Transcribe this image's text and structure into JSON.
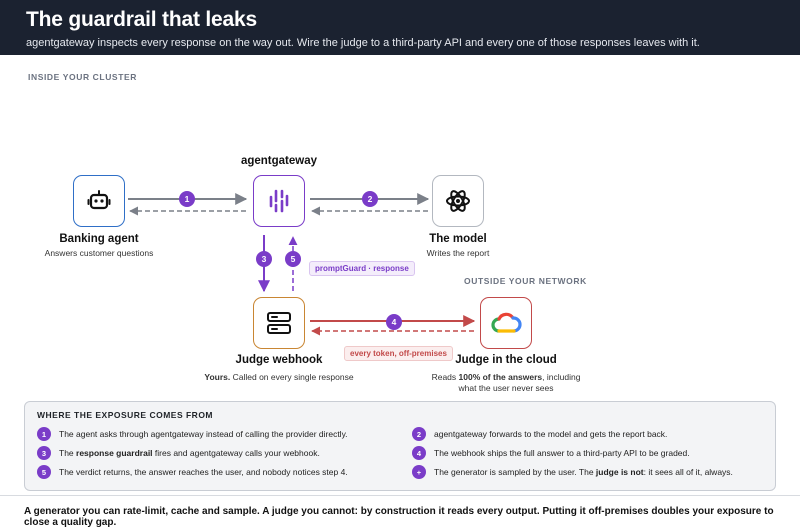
{
  "header": {
    "title": "The guardrail that leaks",
    "subtitle": "agentgateway inspects every response on the way out. Wire the judge to a third-party API and every one of those responses leaves with it."
  },
  "zones": {
    "inside": "INSIDE YOUR CLUSTER",
    "outside": "OUTSIDE YOUR NETWORK"
  },
  "nodes": {
    "agent": {
      "title": "Banking agent",
      "sub": "Answers customer questions",
      "icon": "robot-icon"
    },
    "gateway": {
      "title": "agentgateway",
      "icon": "gateway-icon"
    },
    "model": {
      "title": "The model",
      "sub": "Writes the report",
      "icon": "atom-icon"
    },
    "webhook": {
      "title": "Judge webhook",
      "sub_strong": "Yours.",
      "sub_rest": " Called on every single response",
      "icon": "server-icon"
    },
    "cloud": {
      "title": "Judge in the cloud",
      "sub_pre": "Reads ",
      "sub_strong": "100% of the answers",
      "sub_rest": ", including what the user never sees",
      "icon": "google-cloud-icon"
    }
  },
  "steps": [
    "1",
    "2",
    "3",
    "4",
    "5"
  ],
  "tags": {
    "prompt_guard": "promptGuard · response",
    "off_premises": "every token, off-premises"
  },
  "legend": {
    "title": "WHERE THE EXPOSURE COMES FROM",
    "items": [
      {
        "badge": "1",
        "text": "The agent asks through agentgateway instead of calling the provider directly."
      },
      {
        "badge": "2",
        "text": "agentgateway forwards to the model and gets the report back."
      },
      {
        "badge": "3",
        "pre": "The ",
        "strong": "response guardrail",
        "post": " fires and agentgateway calls your webhook."
      },
      {
        "badge": "4",
        "text": "The webhook ships the full answer to a third-party API to be graded."
      },
      {
        "badge": "5",
        "text": "The verdict returns, the answer reaches the user, and nobody notices step 4."
      },
      {
        "badge": "+",
        "pre": "The generator is sampled by the user. The ",
        "strong": "judge is not",
        "post": ": it sees all of it, always."
      }
    ]
  },
  "footer": "A generator you can rate-limit, cache and sample. A judge you cannot: by construction it reads every output. Putting it off-premises doubles your exposure to close a quality gap.",
  "colors": {
    "purple": "#7a3cc8",
    "blue": "#2f6fc7",
    "red": "#c24a4a",
    "orange": "#c98633",
    "gray_arrow": "#7b8089"
  }
}
